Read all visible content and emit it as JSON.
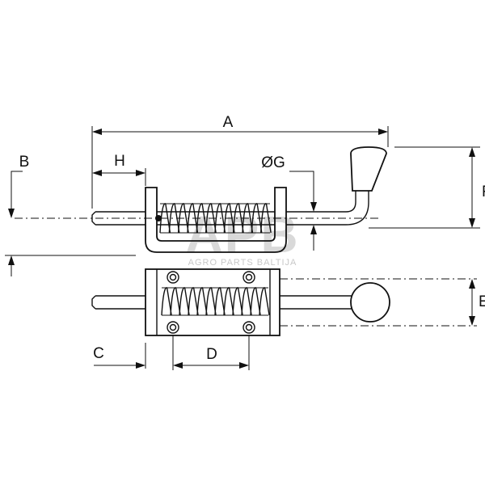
{
  "watermark": {
    "logo": "APB",
    "tagline": "AGRO PARTS BALTIJA"
  },
  "dimensions": {
    "A": "A",
    "B": "B",
    "C": "C",
    "D": "D",
    "E": "E",
    "F": "F",
    "G": "ØG",
    "H": "H"
  }
}
